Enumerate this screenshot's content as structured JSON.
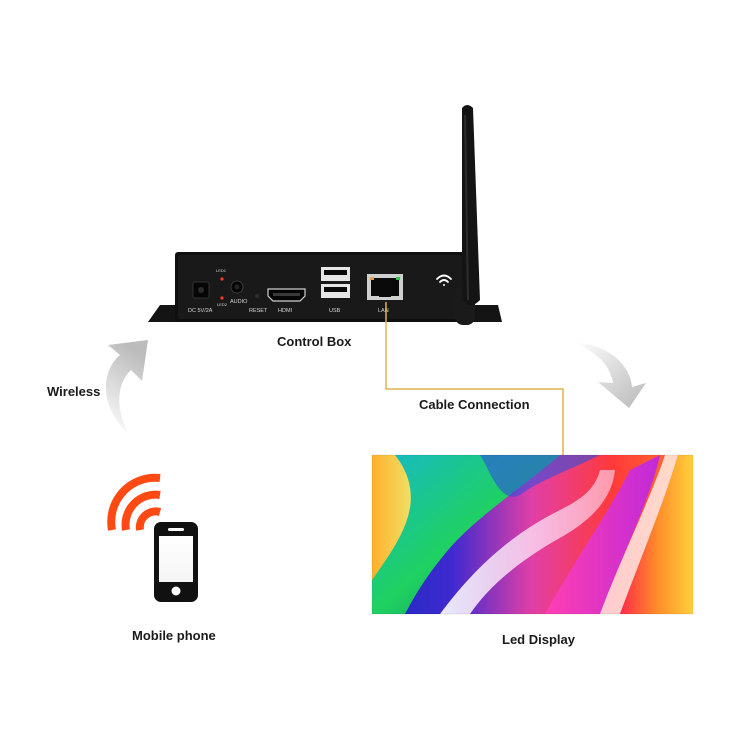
{
  "labels": {
    "control_box": "Control Box",
    "wireless": "Wireless",
    "cable_connection": "Cable Connection",
    "mobile_phone": "Mobile phone",
    "led_display": "Led Display"
  },
  "ports": {
    "dc": "DC 5V/2A",
    "led1": "LED1",
    "led2": "LED2",
    "audio": "AUDIO",
    "reset": "RESET",
    "hdmi": "HDMI",
    "usb": "USB",
    "lan": "LAN"
  },
  "colors": {
    "cable": "#e2b251",
    "wifi_signal": "#ff4a14",
    "arrow": "#c8c8c8",
    "device_body": "#111111"
  }
}
